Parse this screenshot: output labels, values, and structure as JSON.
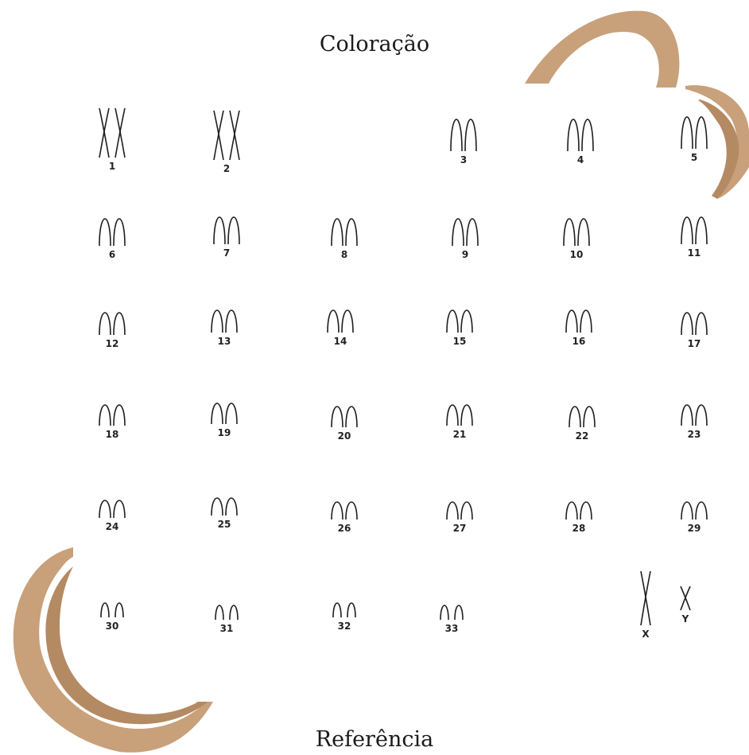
{
  "title": "Coloração",
  "footer": "Referência",
  "accent_color": "#c8a07a",
  "chromosomes": [
    {
      "label": "1",
      "shape": "x"
    },
    {
      "label": "2",
      "shape": "x"
    },
    {
      "label": "3",
      "shape": "arch"
    },
    {
      "label": "4",
      "shape": "arch"
    },
    {
      "label": "5",
      "shape": "arch"
    },
    {
      "label": "6",
      "shape": "arch"
    },
    {
      "label": "7",
      "shape": "arch"
    },
    {
      "label": "8",
      "shape": "arch"
    },
    {
      "label": "9",
      "shape": "arch"
    },
    {
      "label": "10",
      "shape": "arch"
    },
    {
      "label": "11",
      "shape": "arch"
    },
    {
      "label": "12",
      "shape": "arch"
    },
    {
      "label": "13",
      "shape": "arch"
    },
    {
      "label": "14",
      "shape": "arch"
    },
    {
      "label": "15",
      "shape": "arch"
    },
    {
      "label": "16",
      "shape": "arch"
    },
    {
      "label": "17",
      "shape": "arch"
    },
    {
      "label": "18",
      "shape": "arch"
    },
    {
      "label": "19",
      "shape": "arch"
    },
    {
      "label": "20",
      "shape": "arch"
    },
    {
      "label": "21",
      "shape": "arch"
    },
    {
      "label": "22",
      "shape": "arch"
    },
    {
      "label": "23",
      "shape": "arch"
    },
    {
      "label": "24",
      "shape": "arch"
    },
    {
      "label": "25",
      "shape": "arch"
    },
    {
      "label": "26",
      "shape": "arch"
    },
    {
      "label": "27",
      "shape": "arch"
    },
    {
      "label": "28",
      "shape": "arch"
    },
    {
      "label": "29",
      "shape": "arch"
    },
    {
      "label": "30",
      "shape": "arch"
    },
    {
      "label": "31",
      "shape": "arch"
    },
    {
      "label": "32",
      "shape": "arch"
    },
    {
      "label": "33",
      "shape": "arch"
    },
    {
      "label": "X",
      "shape": "single-x"
    },
    {
      "label": "Y",
      "shape": "single-x"
    }
  ]
}
